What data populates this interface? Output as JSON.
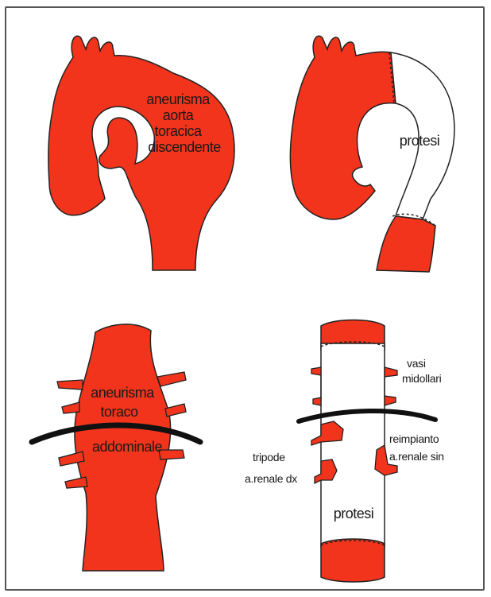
{
  "colors": {
    "vessel": "#f2341c",
    "outline": "#222222",
    "graft": "#ffffff",
    "frame": "#555555"
  },
  "labels": {
    "panel1": [
      "aneurisma",
      "aorta",
      "toracica",
      "discendente"
    ],
    "panel2": "protesi",
    "panel3": [
      "aneurisma",
      "toraco",
      "addominale"
    ],
    "panel4": {
      "vasi": "vasi",
      "midollari": "midollari",
      "reimpianto": "reimpianto",
      "renale_sin": "a.renale sin",
      "tripode": "tripode",
      "renale_dx": "a.renale dx",
      "protesi": "protesi"
    }
  }
}
